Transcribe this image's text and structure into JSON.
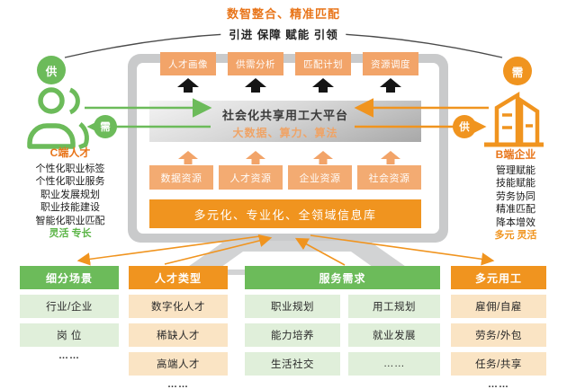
{
  "header": {
    "title": "数智整合、精准匹配",
    "arc_label": "引进 保障 赋能 引领"
  },
  "left_side": {
    "supply_badge": "供",
    "demand_badge": "需",
    "title": "C端人才",
    "items": [
      "个性化职业标签",
      "个性化职业服务",
      "职业发展规划",
      "职业技能建设",
      "智能化职业匹配"
    ],
    "highlight": "灵活 专长"
  },
  "right_side": {
    "demand_badge": "需",
    "supply_badge": "供",
    "title": "B端企业",
    "items": [
      "管理赋能",
      "技能赋能",
      "劳务协同",
      "精准匹配",
      "降本增效"
    ],
    "highlight": "多元 灵活"
  },
  "platform": {
    "top_modules": [
      "人才画像",
      "供需分析",
      "匹配计划",
      "资源调度"
    ],
    "name": "社会化共享用工大平台",
    "subtitle": "大数据、算力、算法",
    "resources": [
      "数据资源",
      "人才资源",
      "企业资源",
      "社会资源"
    ],
    "info_base": "多元化、专业化、全领域信息库"
  },
  "bottom_columns": [
    {
      "title": "细分场景",
      "theme": "green",
      "cells": [
        "行业/企业",
        "岗 位"
      ],
      "more": "……"
    },
    {
      "title": "人才类型",
      "theme": "orange",
      "cells": [
        "数字化人才",
        "稀缺人才",
        "高端人才"
      ],
      "more": "……"
    },
    {
      "title": "服务需求",
      "theme": "green",
      "rows": [
        [
          "职业规划",
          "用工规划"
        ],
        [
          "能力培养",
          "就业发展"
        ],
        [
          "生活社交",
          "……"
        ]
      ]
    },
    {
      "title": "多元用工",
      "theme": "orange",
      "cells": [
        "雇佣/自雇",
        "劳务/外包",
        "任务/共享"
      ],
      "more": "……"
    }
  ],
  "colors": {
    "accent_green": "#6CBB5A",
    "accent_orange": "#F0941F",
    "box_orange": "#F2A469",
    "cell_green": "#E0EFDA",
    "cell_orange": "#FAE4C4",
    "monitor_gray": "#C9CACB",
    "title_orange": "#E8751A"
  }
}
